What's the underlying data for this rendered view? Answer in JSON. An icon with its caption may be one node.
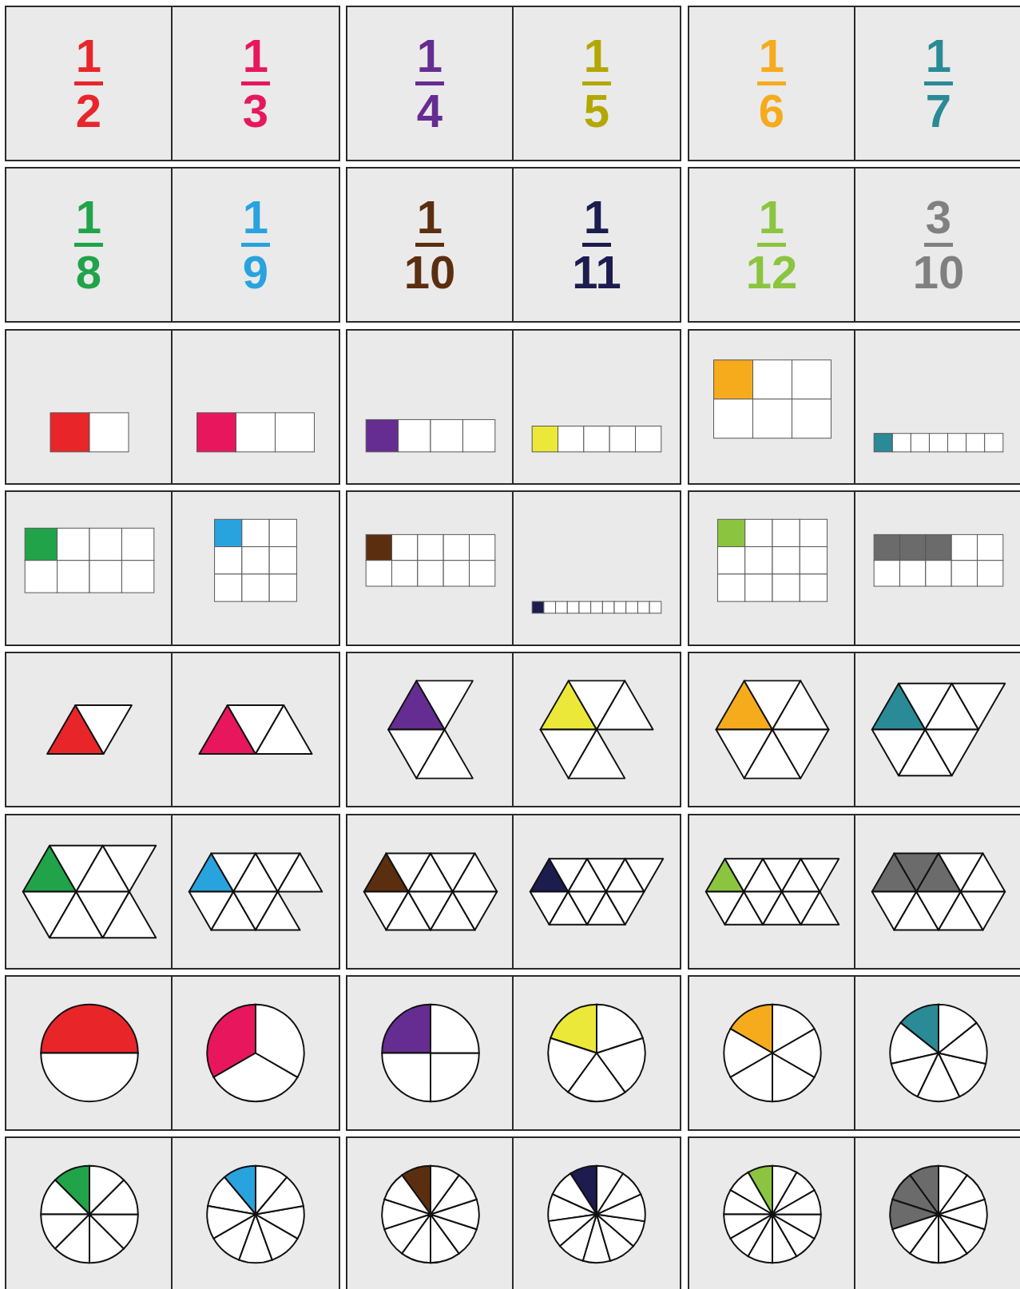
{
  "diagram": {
    "nodes": [
      {
        "text": [
          "1",
          "2"
        ]
      },
      {
        "text": [
          "1",
          "3"
        ]
      },
      {
        "text": [
          "1",
          "4"
        ]
      },
      {
        "text": [
          "1",
          "5"
        ]
      },
      {
        "text": [
          "1",
          "6"
        ]
      },
      {
        "text": [
          "1",
          "7"
        ]
      },
      {
        "text": [
          "1",
          "8"
        ]
      },
      {
        "text": [
          "1",
          "9"
        ]
      },
      {
        "text": [
          "1",
          "10"
        ]
      },
      {
        "text": [
          "1",
          "11"
        ]
      },
      {
        "text": [
          "1",
          "12"
        ]
      },
      {
        "text": [
          "3",
          "10"
        ]
      },
      {
        "text": [],
        "shape": "box"
      },
      {
        "text": [],
        "shape": "box"
      },
      {
        "text": [],
        "shape": "box"
      },
      {
        "text": [],
        "shape": "box"
      },
      {
        "text": [],
        "shape": "box"
      },
      {
        "text": [],
        "shape": "box"
      },
      {
        "text": [],
        "shape": "box"
      },
      {
        "text": [],
        "shape": "box"
      },
      {
        "text": [],
        "shape": "box"
      },
      {
        "text": [],
        "shape": "box"
      },
      {
        "text": [],
        "shape": "box"
      },
      {
        "text": [],
        "shape": "box"
      },
      {
        "text": [],
        "shape": "box"
      },
      {
        "text": [],
        "shape": "box"
      },
      {
        "text": [],
        "shape": "box"
      },
      {
        "text": [],
        "shape": "box"
      },
      {
        "text": [],
        "shape": "box"
      },
      {
        "text": [],
        "shape": "box"
      },
      {
        "text": [],
        "shape": "box"
      },
      {
        "text": [],
        "shape": "box"
      },
      {
        "text": [],
        "shape": "box"
      },
      {
        "text": [],
        "shape": "box"
      },
      {
        "text": [],
        "shape": "box"
      },
      {
        "text": [],
        "shape": "box"
      },
      {
        "text": [],
        "shape": "box"
      },
      {
        "text": [],
        "shape": "box"
      },
      {
        "text": [],
        "shape": "box"
      },
      {
        "text": [],
        "shape": "box"
      },
      {
        "text": [],
        "shape": "box"
      },
      {
        "text": [],
        "shape": "box"
      },
      {
        "text": [],
        "shape": "box"
      },
      {
        "text": [],
        "shape": "box"
      },
      {
        "text": [],
        "shape": "box"
      },
      {
        "text": [],
        "shape": "box"
      },
      {
        "text": [],
        "shape": "box"
      },
      {
        "text": [],
        "shape": "box"
      }
    ]
  }
}
